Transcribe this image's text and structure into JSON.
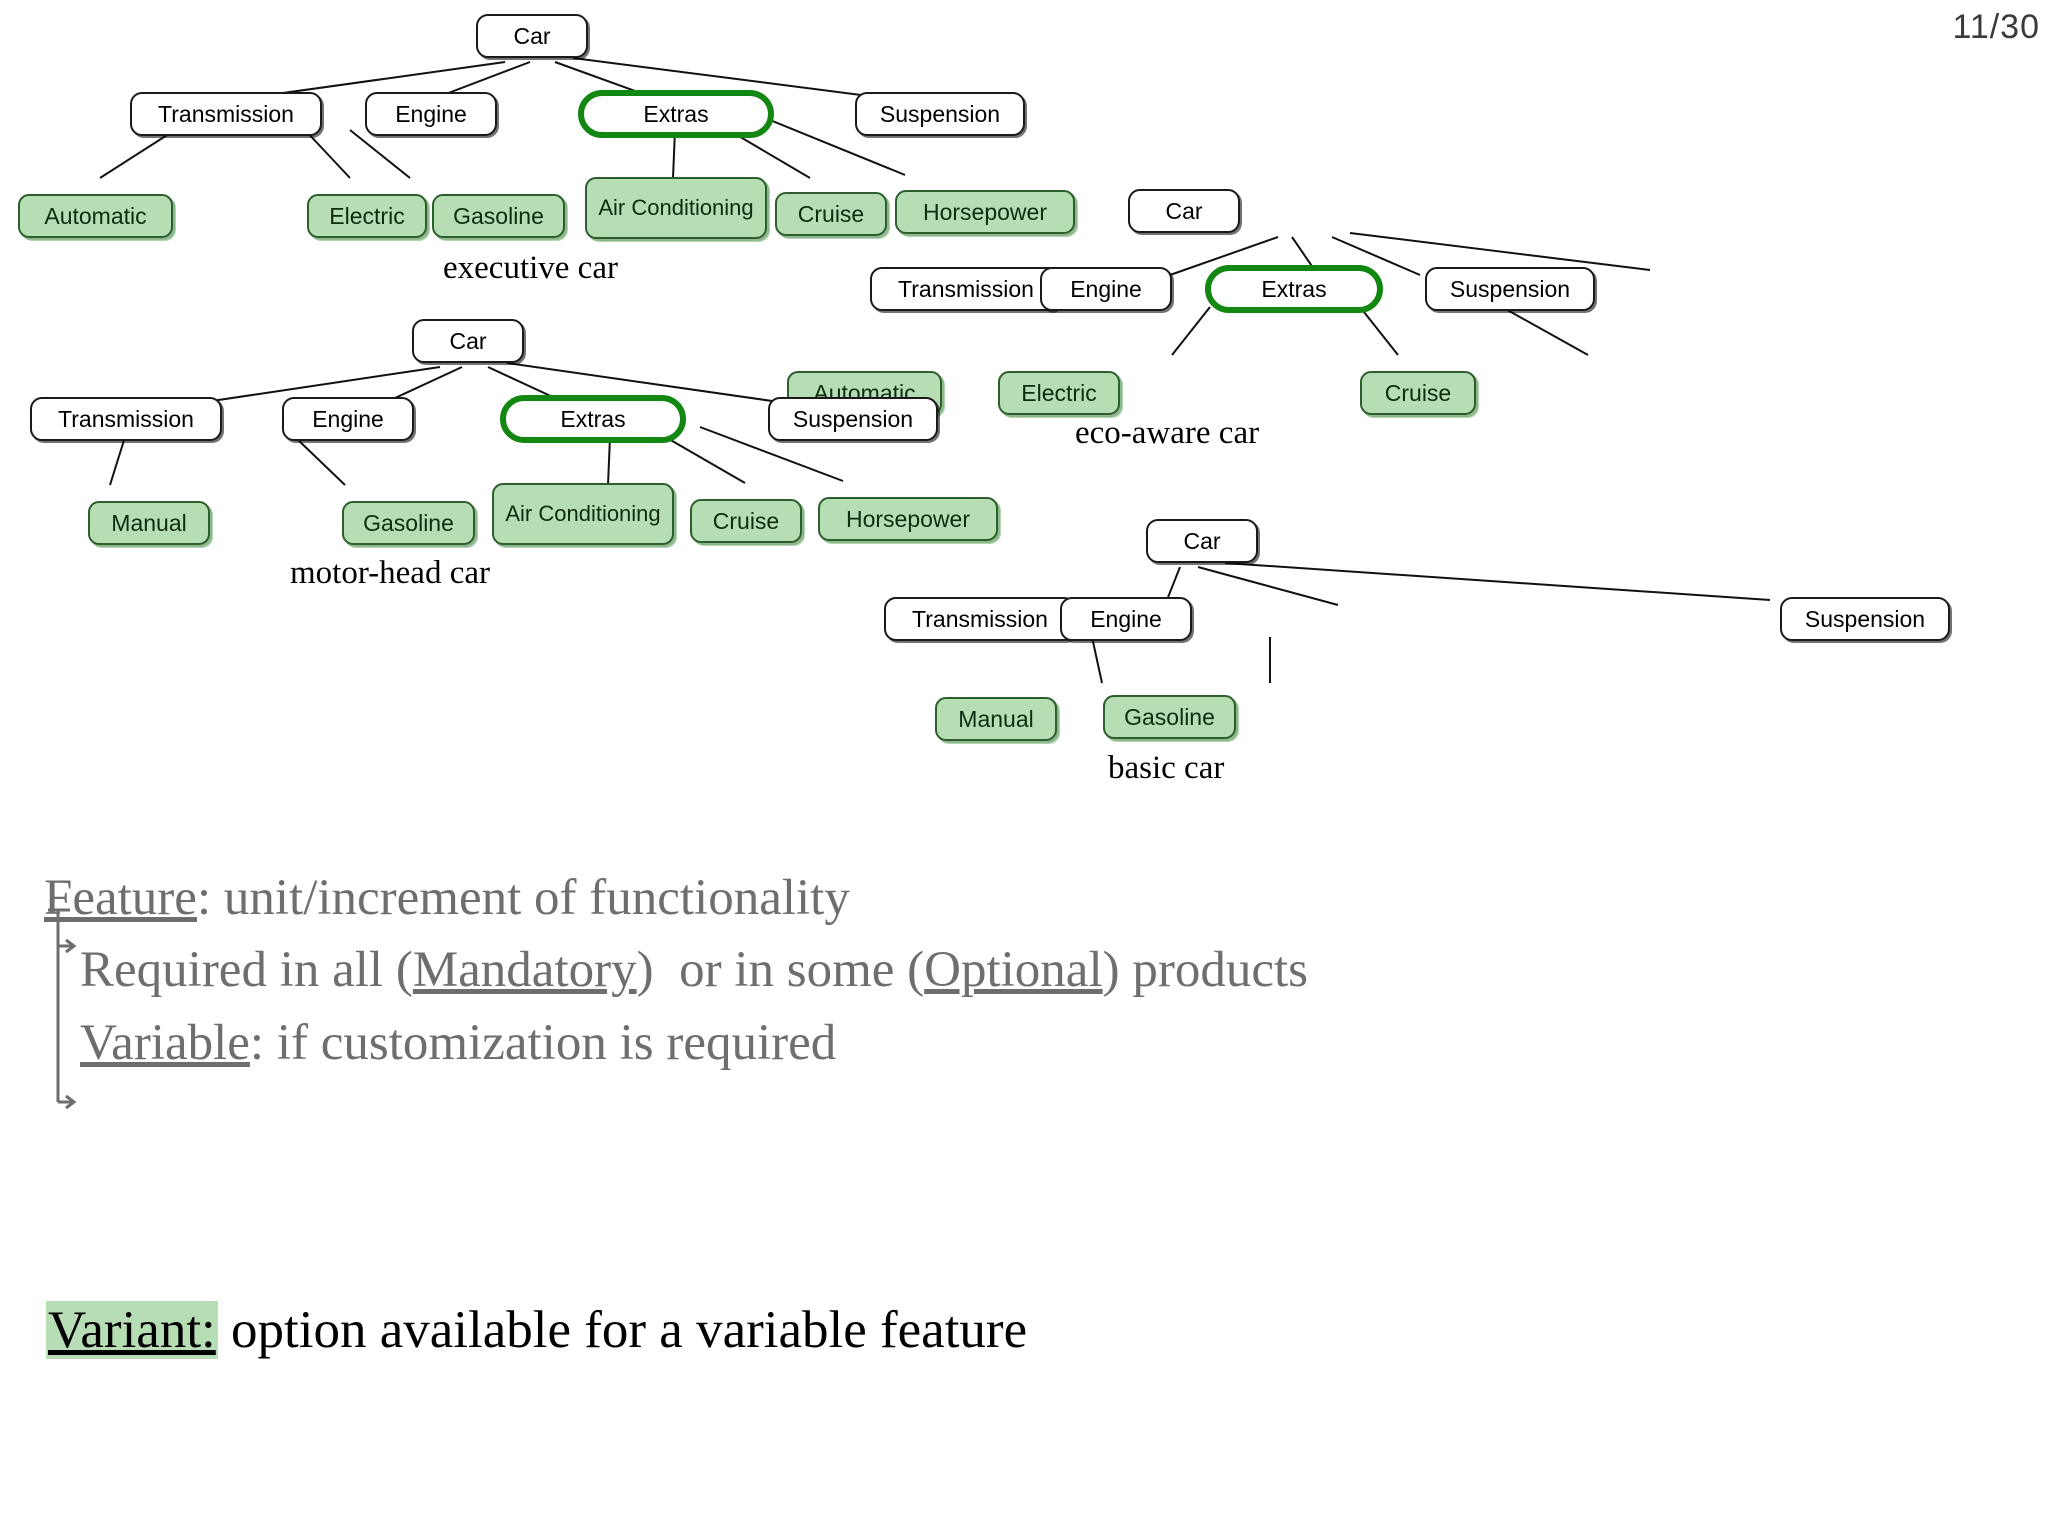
{
  "slide": {
    "number": "11/30"
  },
  "diagrams": [
    {
      "id": "executive-car",
      "label": "executive car",
      "nodes": [
        {
          "name": "root",
          "text": "Car",
          "kind": "plain"
        },
        {
          "name": "transmission",
          "text": "Transmission",
          "kind": "plain"
        },
        {
          "name": "engine",
          "text": "Engine",
          "kind": "plain"
        },
        {
          "name": "extras",
          "text": "Extras",
          "kind": "highlight"
        },
        {
          "name": "suspension",
          "text": "Suspension",
          "kind": "plain"
        },
        {
          "name": "automatic",
          "text": "Automatic",
          "kind": "leaf"
        },
        {
          "name": "electric",
          "text": "Electric",
          "kind": "leaf"
        },
        {
          "name": "gasoline",
          "text": "Gasoline",
          "kind": "leaf"
        },
        {
          "name": "air-conditioning",
          "text": "Air Conditioning",
          "kind": "leaf"
        },
        {
          "name": "cruise",
          "text": "Cruise",
          "kind": "leaf"
        },
        {
          "name": "horsepower",
          "text": "Horsepower",
          "kind": "leaf"
        }
      ]
    },
    {
      "id": "eco-aware-car",
      "label": "eco-aware car",
      "nodes": [
        {
          "name": "root",
          "text": "Car",
          "kind": "plain"
        },
        {
          "name": "transmission",
          "text": "Transmission",
          "kind": "plain"
        },
        {
          "name": "engine",
          "text": "Engine",
          "kind": "plain"
        },
        {
          "name": "extras",
          "text": "Extras",
          "kind": "highlight"
        },
        {
          "name": "suspension",
          "text": "Suspension",
          "kind": "plain"
        },
        {
          "name": "automatic",
          "text": "Automatic",
          "kind": "leaf"
        },
        {
          "name": "electric",
          "text": "Electric",
          "kind": "leaf"
        },
        {
          "name": "cruise",
          "text": "Cruise",
          "kind": "leaf"
        }
      ]
    },
    {
      "id": "motor-head-car",
      "label": "motor-head car",
      "nodes": [
        {
          "name": "root",
          "text": "Car",
          "kind": "plain"
        },
        {
          "name": "transmission",
          "text": "Transmission",
          "kind": "plain"
        },
        {
          "name": "engine",
          "text": "Engine",
          "kind": "plain"
        },
        {
          "name": "extras",
          "text": "Extras",
          "kind": "highlight"
        },
        {
          "name": "suspension",
          "text": "Suspension",
          "kind": "plain"
        },
        {
          "name": "manual",
          "text": "Manual",
          "kind": "leaf"
        },
        {
          "name": "gasoline",
          "text": "Gasoline",
          "kind": "leaf"
        },
        {
          "name": "air-conditioning",
          "text": "Air Conditioning",
          "kind": "leaf"
        },
        {
          "name": "cruise",
          "text": "Cruise",
          "kind": "leaf"
        },
        {
          "name": "horsepower",
          "text": "Horsepower",
          "kind": "leaf"
        }
      ]
    },
    {
      "id": "basic-car",
      "label": "basic car",
      "nodes": [
        {
          "name": "root",
          "text": "Car",
          "kind": "plain"
        },
        {
          "name": "transmission",
          "text": "Transmission",
          "kind": "plain"
        },
        {
          "name": "engine",
          "text": "Engine",
          "kind": "plain"
        },
        {
          "name": "suspension",
          "text": "Suspension",
          "kind": "plain"
        },
        {
          "name": "manual",
          "text": "Manual",
          "kind": "leaf"
        },
        {
          "name": "gasoline",
          "text": "Gasoline",
          "kind": "leaf"
        }
      ]
    }
  ],
  "definitions": {
    "feature_term": "Feature",
    "feature_rest": ": unit/increment of functionality",
    "mandatory_pre": "Required in all (",
    "mandatory_term": "Mandatory",
    "mandatory_mid": ")  or in some (",
    "optional_term": "Optional",
    "optional_post": ") products",
    "variable_term": "Variable",
    "variable_rest": ": if customization is required",
    "variant_term": "Variant:",
    "variant_rest": " option available for a variable feature"
  },
  "colors": {
    "leaf_fill": "#b6ddb4",
    "leaf_border": "#2c5f2c",
    "highlight_border": "#128712",
    "node_border": "#1a1a1a",
    "definition_text": "#6e6e6e",
    "background": "#ffffff"
  }
}
